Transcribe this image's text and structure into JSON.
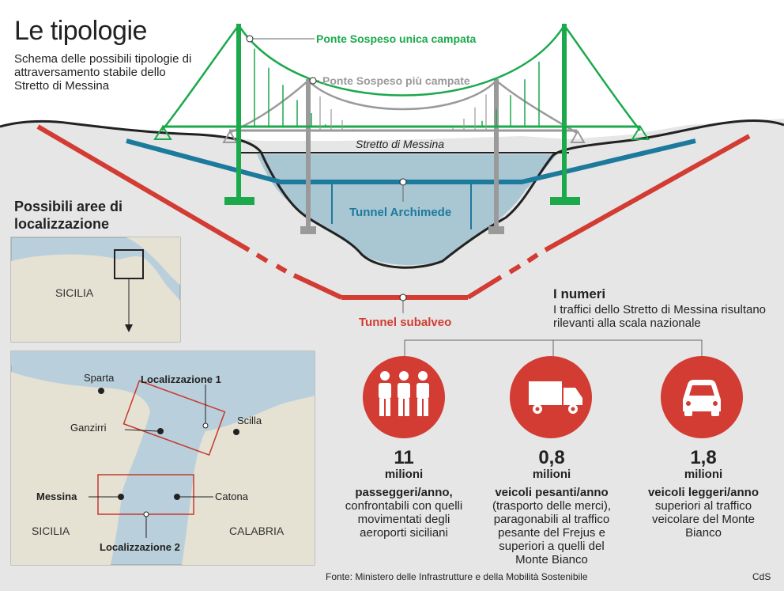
{
  "header": {
    "title": "Le tipologie",
    "subtitle": "Schema delle possibili tipologie di attraversamento stabile dello Stretto di Messina"
  },
  "diagram": {
    "labels": {
      "single_span": "Ponte Sospeso unica campata",
      "multi_span": "Ponte Sospeso più campate",
      "strait": "Stretto di Messina",
      "archimede": "Tunnel Archimede",
      "subalveo": "Tunnel subalveo"
    },
    "colors": {
      "single_span": "#1ba94c",
      "multi_span": "#9a9a9a",
      "archimede": "#1c7a9c",
      "subalveo": "#d23c32",
      "water": "#a9c6d3"
    }
  },
  "areas": {
    "title": "Possibili aree di localizzazione",
    "overview_label": "SICILIA",
    "map_labels": {
      "sparta": "Sparta",
      "loc1": "Localizzazione 1",
      "ganzirri": "Ganzirri",
      "scilla": "Scilla",
      "messina": "Messina",
      "catona": "Catona",
      "sicilia": "SICILIA",
      "calabria": "CALABRIA",
      "loc2": "Localizzazione 2"
    }
  },
  "numbers": {
    "title": "I numeri",
    "subtitle": "I traffici dello Stretto di Messina risultano rilevanti alla scala nazionale",
    "icon_color": "#d23c32",
    "items": [
      {
        "icon": "people-icon",
        "value": "11",
        "unit": "milioni",
        "label": "passeggeri/anno,",
        "text": "confrontabili con quelli movimentati degli aeroporti siciliani"
      },
      {
        "icon": "truck-icon",
        "value": "0,8",
        "unit": "milioni",
        "label": "veicoli pesanti/anno",
        "text": "(trasporto delle merci), paragonabili al traffico pesante del Frejus e superiori a quelli del Monte Bianco"
      },
      {
        "icon": "car-icon",
        "value": "1,8",
        "unit": "milioni",
        "label": "veicoli leggeri/anno",
        "text": "superiori al traffico veicolare del Monte Bianco"
      }
    ]
  },
  "footer": {
    "source": "Fonte: Ministero delle Infrastrutture e della Mobilità Sostenibile",
    "credit": "CdS"
  }
}
